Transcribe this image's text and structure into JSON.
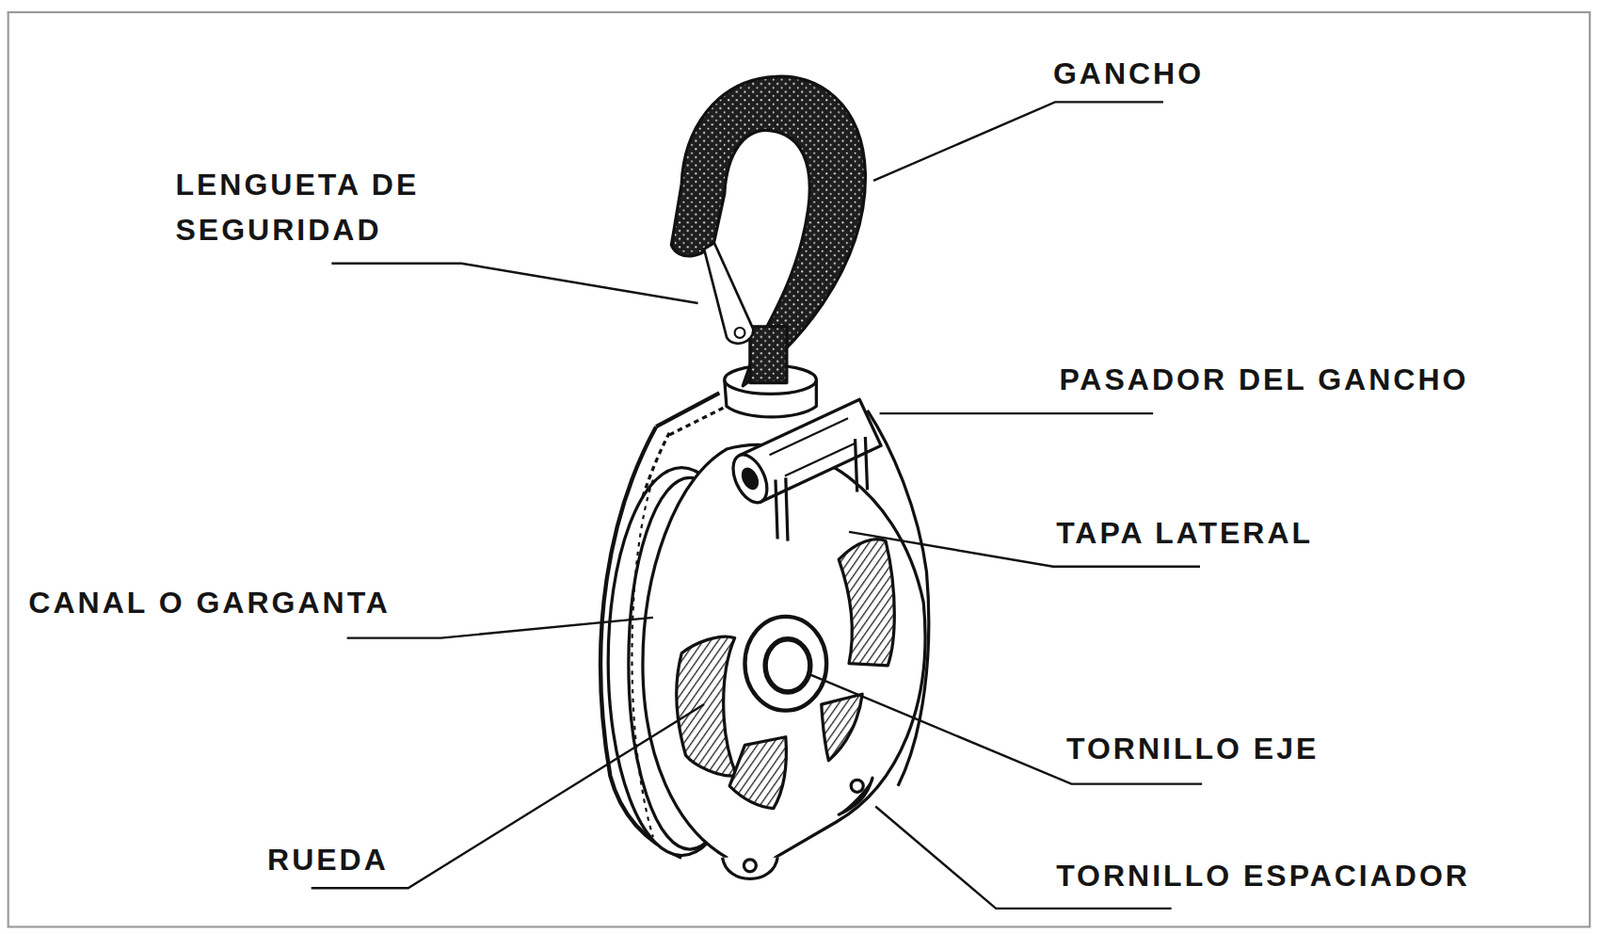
{
  "diagram": {
    "labels": [
      "GANCHO",
      "LENGUETA DE SEGURIDAD",
      "PASADOR DEL GANCHO",
      "TAPA LATERAL",
      "CANAL O GARGANTA",
      "TORNILLO EJE",
      "RUEDA",
      "TORNILLO ESPACIADOR"
    ]
  }
}
